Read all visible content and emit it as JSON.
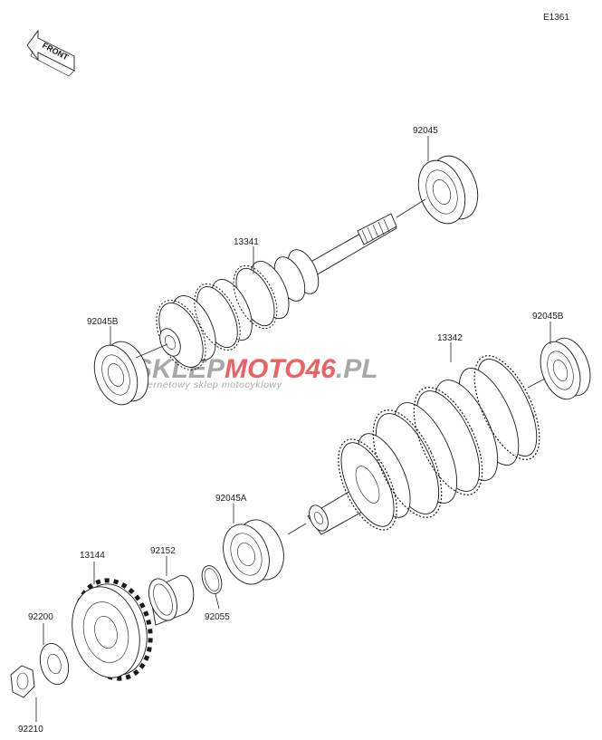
{
  "diagram": {
    "code": "E1361",
    "front_label": "FRONT",
    "watermark": {
      "brand_part1": "SKLEP",
      "brand_part2": "MOTO",
      "brand_part3": "46",
      "brand_part4": ".PL",
      "tagline": "internetowy sklep motocyklowy"
    },
    "colors": {
      "watermark_red": "#e8474a",
      "watermark_grey": "#9a9a9a",
      "line": "#1a1a1a"
    },
    "callouts": [
      {
        "id": "92045",
        "label": "92045"
      },
      {
        "id": "13341",
        "label": "13341"
      },
      {
        "id": "92045B-left",
        "label": "92045B"
      },
      {
        "id": "92045B-right",
        "label": "92045B"
      },
      {
        "id": "13342",
        "label": "13342"
      },
      {
        "id": "92045A",
        "label": "92045A"
      },
      {
        "id": "13144",
        "label": "13144"
      },
      {
        "id": "92152",
        "label": "92152"
      },
      {
        "id": "92055",
        "label": "92055"
      },
      {
        "id": "92200",
        "label": "92200"
      },
      {
        "id": "92210",
        "label": "92210"
      }
    ]
  }
}
